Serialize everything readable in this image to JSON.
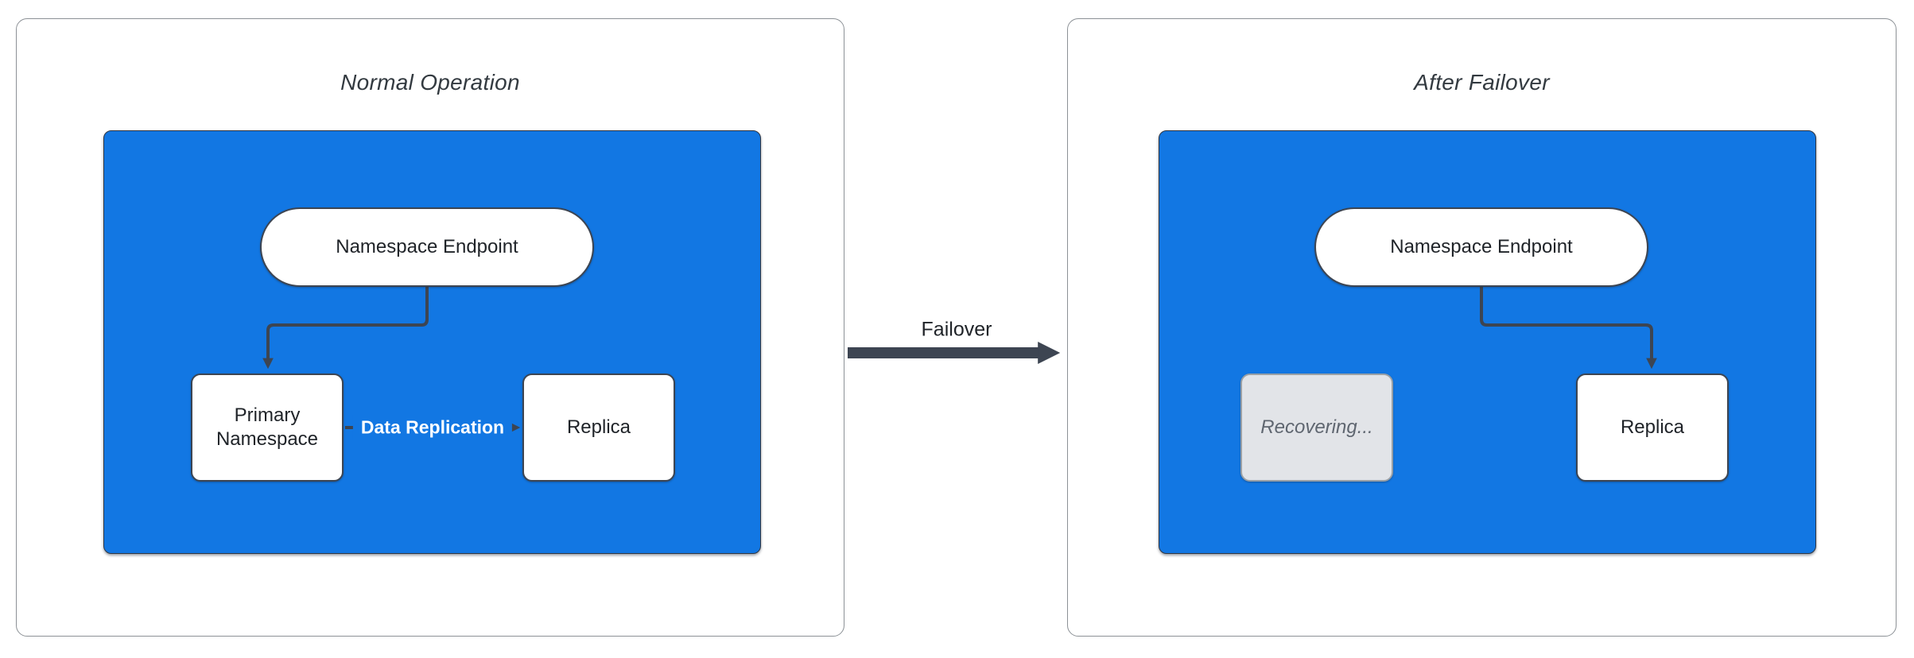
{
  "colors": {
    "group_fill": "#1277E3",
    "group_border": "#2F3642",
    "arrow": "#3D4552",
    "panel_border": "#8C9196",
    "panel_bg": "#FFFFFF",
    "title_text": "#333A40",
    "node_text": "#1F2328",
    "node_fill": "#FFFFFF",
    "node_border": "#3D4552",
    "recovering_fill": "#E2E4E8",
    "recovering_border": "#9AA0A6",
    "recovering_text": "#5F6670",
    "replication_label_text": "#FFFFFF",
    "page_bg": "#FFFFFF"
  },
  "left_panel": {
    "title": "Normal Operation",
    "endpoint_label": "Namespace Endpoint",
    "primary_label": "Primary Namespace",
    "replica_label": "Replica",
    "replication_arrow_label": "Data Replication"
  },
  "failover_arrow": {
    "label": "Failover"
  },
  "right_panel": {
    "title": "After Failover",
    "endpoint_label": "Namespace Endpoint",
    "recovering_label": "Recovering...",
    "replica_label": "Replica"
  }
}
